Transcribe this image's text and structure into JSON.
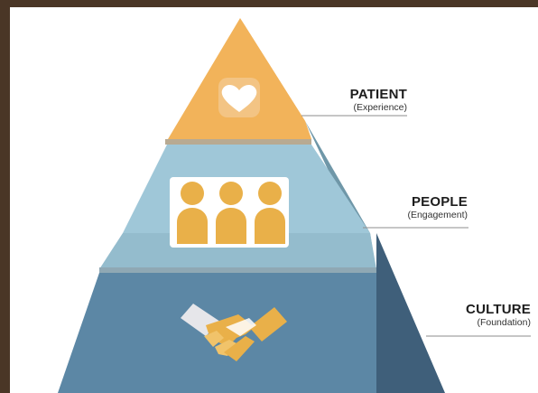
{
  "tiers": [
    {
      "id": "patient",
      "title": "PATIENT",
      "subtitle": "(Experience)",
      "icon": "heart-icon"
    },
    {
      "id": "people",
      "title": "PEOPLE",
      "subtitle": "(Engagement)",
      "icon": "people-group-icon"
    },
    {
      "id": "culture",
      "title": "CULTURE",
      "subtitle": "(Foundation)",
      "icon": "handshake-icon"
    }
  ],
  "colors": {
    "background_border": "#4a3626",
    "patient_face": "#f2b35a",
    "patient_side": "#e8a64e",
    "people_face": "#9fc7d8",
    "people_side": "#6f97a8",
    "culture_face": "#5c87a5",
    "culture_side": "#3f5f7a",
    "icon_gold": "#e9b049",
    "leader_line": "#8c8c8c"
  }
}
